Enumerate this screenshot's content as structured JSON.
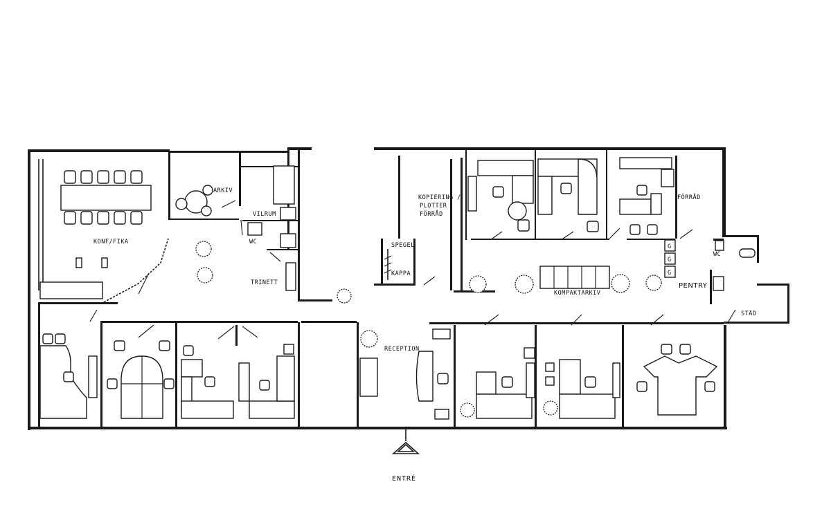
{
  "rooms": {
    "konf_fika": "KONF/FIKA",
    "arkiv": "ARKIV",
    "vilrum": "VILRUM",
    "wc_left": "WC",
    "trinett": "TRINETT",
    "spegel": "SPEGEL",
    "kappa": "KAPPA",
    "kopiering_1": "KOPIERING /",
    "kopiering_2": "PLOTTER",
    "kopiering_3": "FÖRRÅD",
    "forrad": "FÖRRÅD",
    "wc_right": "WC",
    "pentry": "PENTRY",
    "kompaktarkiv": "KOMPAKTARKIV",
    "stad": "STÄD",
    "reception": "RECEPTION",
    "fridge_g": "G"
  },
  "entrance": {
    "label": "ENTRÉ"
  }
}
